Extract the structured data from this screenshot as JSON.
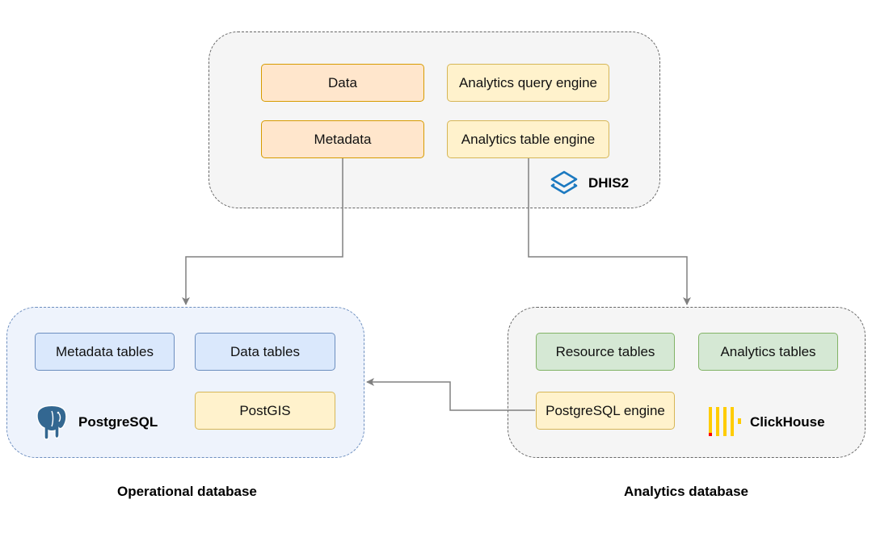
{
  "dhis2": {
    "name": "DHIS2",
    "boxes": {
      "data": "Data",
      "metadata": "Metadata",
      "query_engine": "Analytics query engine",
      "table_engine": "Analytics table engine"
    }
  },
  "operational": {
    "caption": "Operational database",
    "db_name": "PostgreSQL",
    "boxes": {
      "metadata_tables": "Metadata tables",
      "data_tables": "Data tables",
      "postgis": "PostGIS"
    }
  },
  "analytics": {
    "caption": "Analytics database",
    "db_name": "ClickHouse",
    "boxes": {
      "resource_tables": "Resource tables",
      "analytics_tables": "Analytics tables",
      "postgres_engine": "PostgreSQL engine"
    }
  },
  "colors": {
    "orange_fill": "#ffe6cc",
    "orange_stroke": "#d79b00",
    "yellow_fill": "#fff2cc",
    "yellow_stroke": "#d6b656",
    "blue_fill": "#dae8fc",
    "blue_stroke": "#6c8ebf",
    "green_fill": "#d5e8d4",
    "green_stroke": "#82b366",
    "connector": "#808080",
    "dhis2_icon": "#1c79c0",
    "postgres_icon": "#336791",
    "clickhouse_icon": "#ffcc00"
  }
}
